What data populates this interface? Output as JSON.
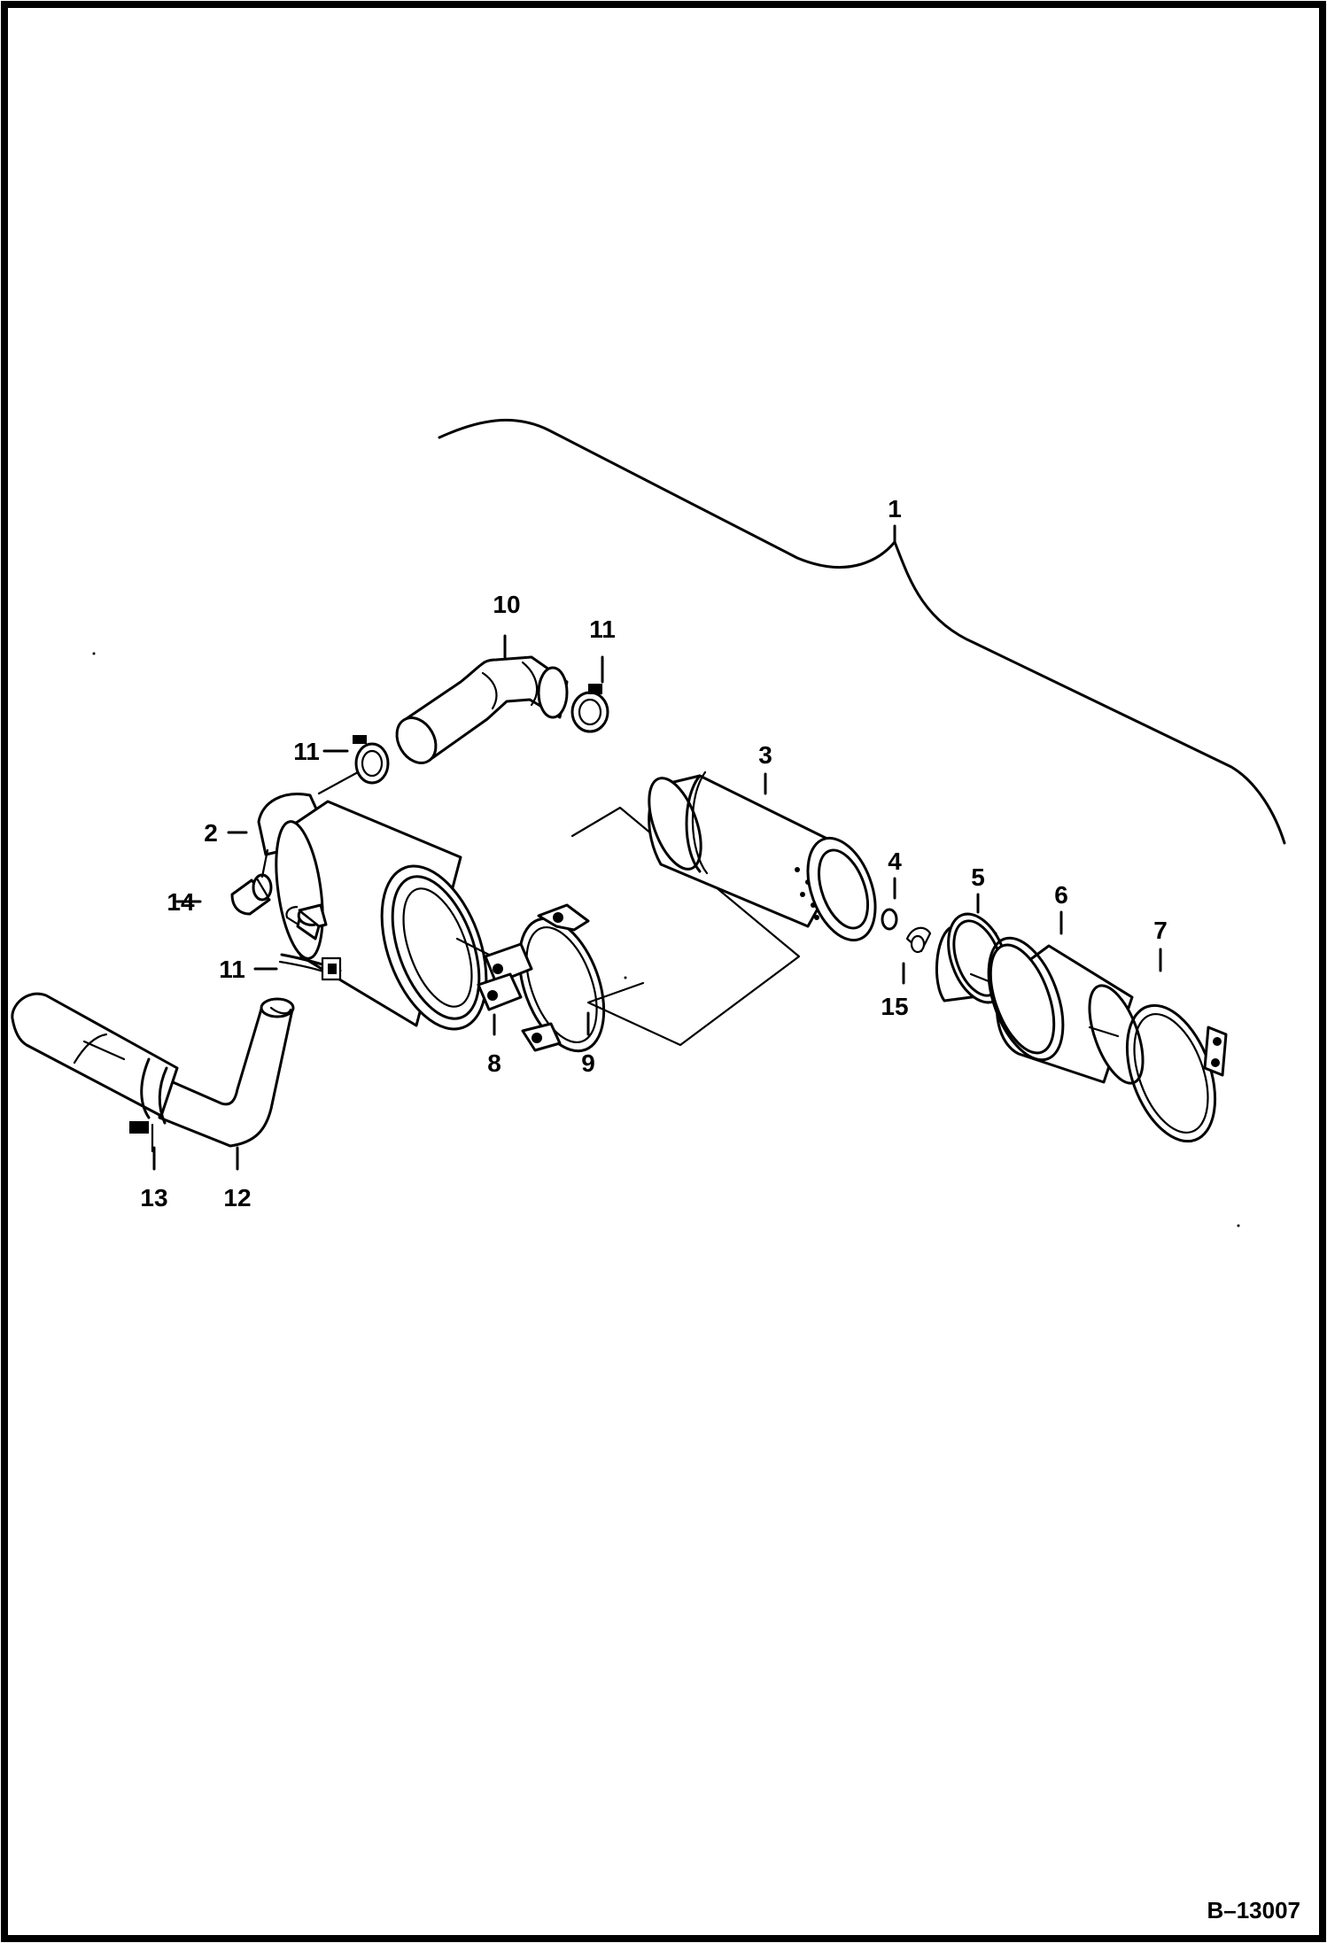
{
  "figure": {
    "code": "B–13007"
  },
  "callouts": {
    "c1": "1",
    "c2": "2",
    "c3": "3",
    "c4": "4",
    "c5": "5",
    "c6": "6",
    "c7": "7",
    "c8": "8",
    "c9": "9",
    "c10": "10",
    "c11a": "11",
    "c11b": "11",
    "c11c": "11",
    "c12": "12",
    "c13": "13",
    "c14": "14",
    "c15": "15"
  },
  "colors": {
    "ink": "#000000",
    "paper": "#ffffff"
  }
}
